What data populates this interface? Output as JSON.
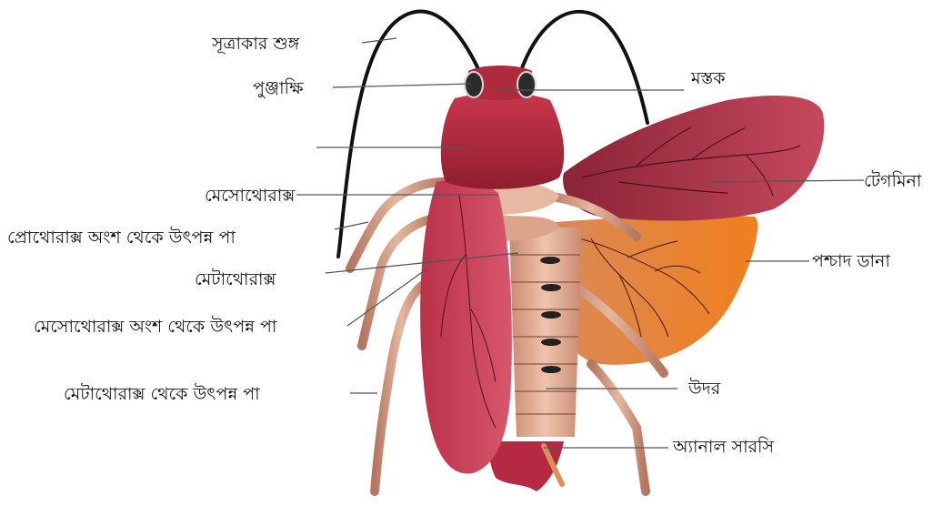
{
  "labels": {
    "antenna": "সূত্রাকার শুঙ্গ",
    "compound_eye": "পুঞ্জাক্ষি",
    "head": "মস্তক",
    "mesothorax": "মেসোথোরাক্স",
    "tegmina": "টেগমিনা",
    "prothoracic_leg": "প্রোথোরাক্স অংশ থেকে উৎপন্ন পা",
    "hind_wing": "পশ্চাদ ডানা",
    "metathorax": "মেটাথোরাক্স",
    "mesothoracic_leg": "মেসোথোরাক্স অংশ থেকে উৎপন্ন পা",
    "abdomen": "উদর",
    "metathoracic_leg": "মেটাথোরাক্স থেকে উৎপন্ন পা",
    "anal_cerci": "অ্যানাল সারসি"
  },
  "colors": {
    "head": "#b8283f",
    "tegmina": "#a8364a",
    "hind_wing": "#e8882e",
    "leg": "#d9a58e",
    "abdomen": "#dfae96",
    "eye": "#2b2b2b",
    "leader_line": "#555555"
  }
}
